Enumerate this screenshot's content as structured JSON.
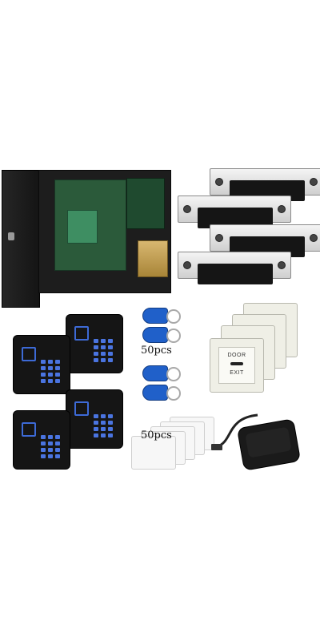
{
  "product": {
    "fob_quantity_label": "50pcs",
    "card_quantity_label": "50pcs",
    "exit_button_top_text": "DOOR",
    "exit_button_bottom_text": "EXIT"
  },
  "colors": {
    "keypad_backlight": "#3d6ad6",
    "fob_blue": "#2060c9",
    "enclosure": "#1d1d1d",
    "strike_steel": "#d9d9d9"
  }
}
